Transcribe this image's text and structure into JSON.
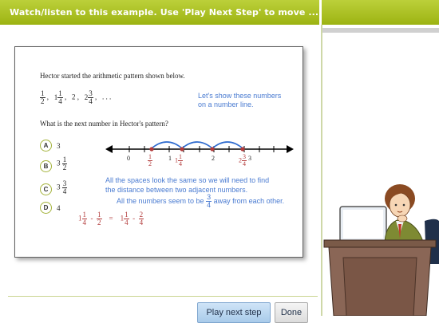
{
  "header": {
    "title": "Watch/listen to this example. Use 'Play Next Step' to move ..."
  },
  "problem": {
    "intro": "Hector started the arithmetic pattern shown below.",
    "pattern": {
      "t1": {
        "n": "1",
        "d": "2"
      },
      "t2": {
        "w": "1",
        "n": "1",
        "d": "4"
      },
      "t3": "2",
      "t4": {
        "w": "2",
        "n": "3",
        "d": "4"
      },
      "sep": ",",
      "ellipsis": ". . ."
    },
    "note": [
      "Let's show these numbers",
      "on a number line."
    ],
    "question": "What is the next number in Hector's pattern?"
  },
  "options": [
    {
      "letter": "A",
      "w": "3",
      "n": "",
      "d": ""
    },
    {
      "letter": "B",
      "w": "3",
      "n": "1",
      "d": "2"
    },
    {
      "letter": "C",
      "w": "3",
      "n": "3",
      "d": "4"
    },
    {
      "letter": "D",
      "w": "4",
      "n": "",
      "d": ""
    }
  ],
  "number_line": {
    "ticks": [
      "0",
      "1",
      "1",
      "2",
      "3"
    ],
    "marked": [
      {
        "w": "",
        "n": "1",
        "d": "2"
      },
      {
        "w": "1",
        "n": "1",
        "d": "4"
      },
      {
        "w": "2",
        "n": "3",
        "d": "4"
      }
    ]
  },
  "explanation": {
    "line1": "All the spaces look the same so we will need to find",
    "line2": "the distance between two adjacent numbers.",
    "line3a": "All the numbers seem to be",
    "line3_frac": {
      "n": "3",
      "d": "4"
    },
    "line3b": "away from each other."
  },
  "equation": {
    "lhs1": {
      "w": "1",
      "n": "1",
      "d": "4"
    },
    "minus": "-",
    "lhs2": {
      "n": "1",
      "d": "2"
    },
    "equals": "=",
    "rhs1": {
      "w": "1",
      "n": "1",
      "d": "4"
    },
    "rhs2": {
      "n": "2",
      "d": "4"
    }
  },
  "buttons": {
    "next": "Play next step",
    "done": "Done"
  },
  "colors": {
    "header": "#a8bd1e",
    "accent_blue": "#4a7bd1",
    "accent_red": "#b23a3a"
  }
}
